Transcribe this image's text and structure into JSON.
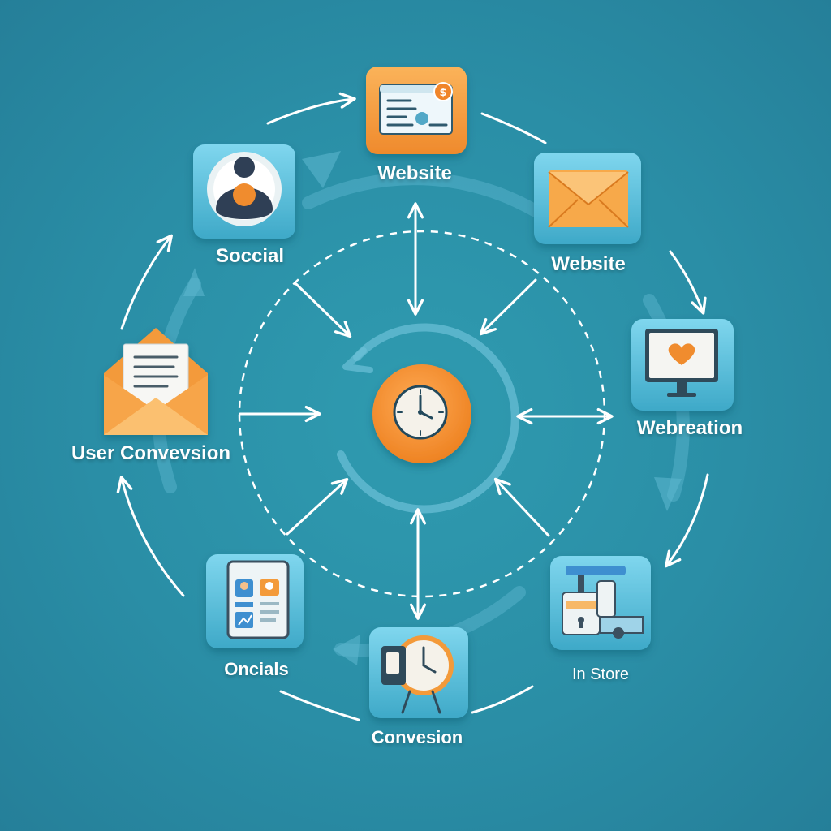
{
  "colors": {
    "background": "#2a8ea6",
    "tile": "#5cc3de",
    "tile_orange": "#f3973d",
    "accent_orange": "#f08c2e",
    "arrow": "#ffffff"
  },
  "hub": {
    "icon": "clock-icon"
  },
  "nodes": [
    {
      "id": "website-top",
      "label": "Website",
      "icon": "webpage-icon"
    },
    {
      "id": "website-email",
      "label": "Website",
      "icon": "envelope-icon"
    },
    {
      "id": "webreation",
      "label": "Webreation",
      "icon": "monitor-heart-icon"
    },
    {
      "id": "in-store",
      "label": "In Store",
      "icon": "store-machine-icon"
    },
    {
      "id": "convesion",
      "label": "Convesion",
      "icon": "clock-device-icon"
    },
    {
      "id": "oncials",
      "label": "Oncials",
      "icon": "tablet-profile-icon"
    },
    {
      "id": "user-conversion",
      "label": "User Convevsion",
      "icon": "open-envelope-icon"
    },
    {
      "id": "soccial",
      "label": "Soccial",
      "icon": "user-avatar-icon"
    }
  ]
}
